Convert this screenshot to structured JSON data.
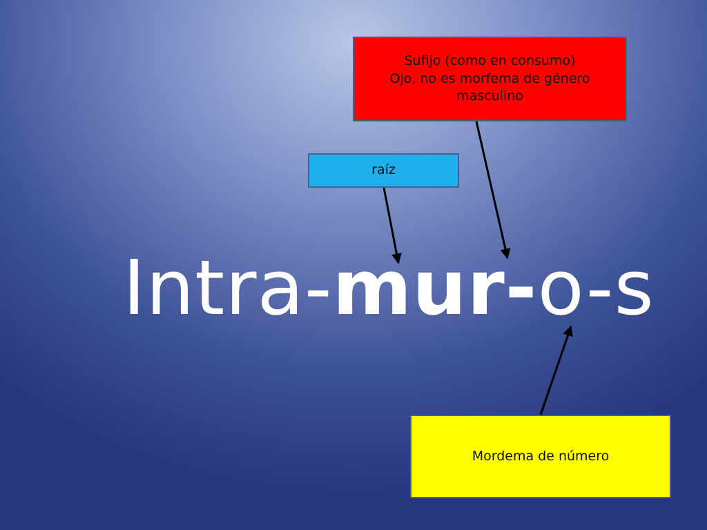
{
  "boxes": {
    "suffix": {
      "line1": "Sufijo (como en consumo)",
      "line2": "Ojo, no es morfema de género",
      "line3": "masculino",
      "color": "#ff0000"
    },
    "root": {
      "label": "raíz",
      "color": "#1fb0ee"
    },
    "number": {
      "label": "Mordema de número",
      "color": "#ffff00"
    }
  },
  "word": {
    "prefix": "Intra-",
    "root": "mur-",
    "rest": "o-s"
  }
}
